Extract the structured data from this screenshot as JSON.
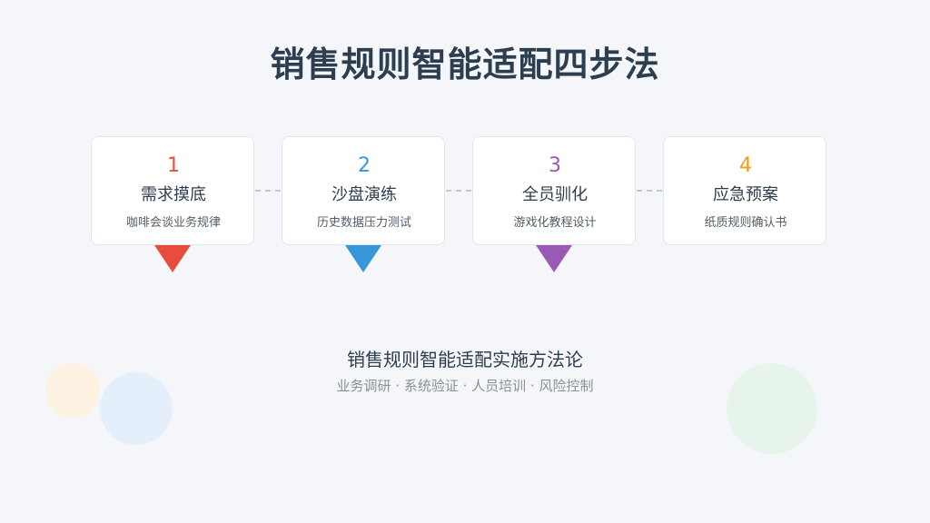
{
  "title": "销售规则智能适配四步法",
  "steps": [
    {
      "number": "1",
      "name": "需求摸底",
      "desc": "咖啡会谈业务规律",
      "color": "#e74c3c"
    },
    {
      "number": "2",
      "name": "沙盘演练",
      "desc": "历史数据压力测试",
      "color": "#3498db"
    },
    {
      "number": "3",
      "name": "全员驯化",
      "desc": "游戏化教程设计",
      "color": "#9b59b6"
    },
    {
      "number": "4",
      "name": "应急预案",
      "desc": "纸质规则确认书",
      "color": "#f39c12"
    }
  ],
  "footer": {
    "title": "销售规则智能适配实施方法论",
    "subtitle": "业务调研 · 系统验证 · 人员培训 · 风险控制"
  }
}
